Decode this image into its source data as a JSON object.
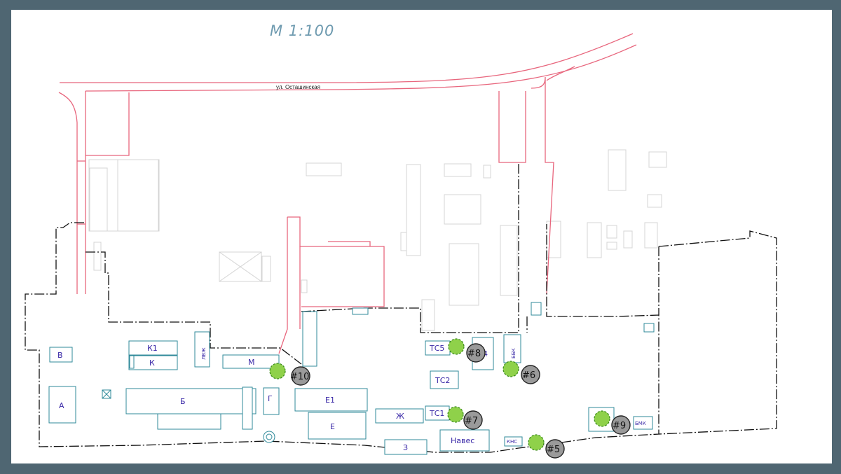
{
  "scale_label": "М 1:100",
  "street_label": "ул. Осташинская",
  "buildings": {
    "v": "В",
    "a": "А",
    "k1": "К1",
    "k": "К",
    "lvzh": "ЛВЖ",
    "b": "Б",
    "m": "М",
    "g": "Г",
    "e1": "Е1",
    "e": "Е",
    "zh": "Ж",
    "z": "З",
    "ts5": "ТС5",
    "ts2": "ТС2",
    "ts1": "ТС1",
    "ts4": "4",
    "bbk": "ББК",
    "naves": "Навес",
    "kns": "КНС",
    "bmk": "БМК"
  },
  "points": {
    "p10": "#10",
    "p8": "#8",
    "p6": "#6",
    "p7": "#7",
    "p9": "#9",
    "p5": "#5"
  },
  "colors": {
    "frame": "#4f6672",
    "red_lines": "#e8667d",
    "building_outline": "#2f8a9a",
    "label": "#3b2aa8",
    "tree": "#8fd14a"
  }
}
